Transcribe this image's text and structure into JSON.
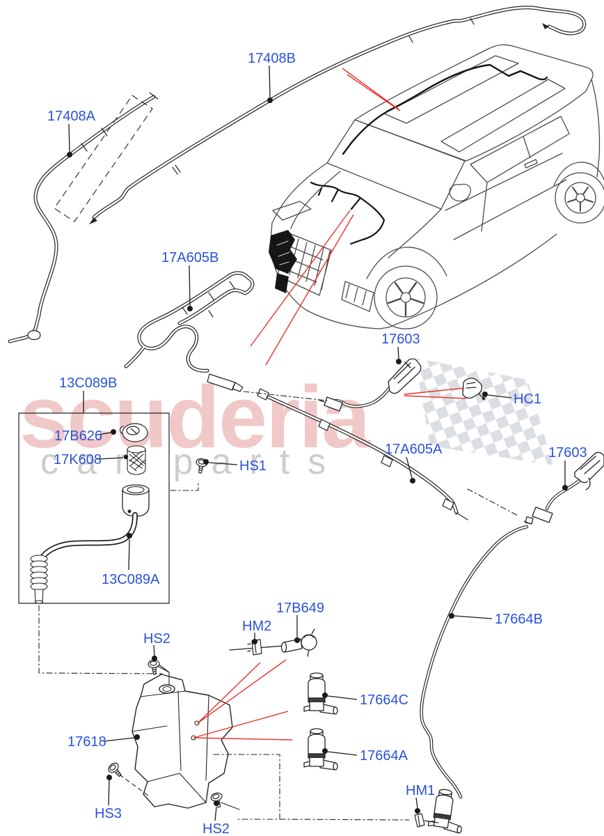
{
  "watermark": {
    "brand": "scuderia",
    "tagline": "car parts",
    "brand_color": "#dd7777",
    "tagline_color": "#bdbdbd",
    "checker_color": "#d5d8de"
  },
  "colors": {
    "label_blue": "#2a52dc",
    "line_black": "#222222",
    "car_gray": "#4a4a4a",
    "callout_red": "#e8312b"
  },
  "parts": {
    "labels": [
      {
        "text": "17408A"
      },
      {
        "text": "17408B"
      },
      {
        "text": "17A605B"
      },
      {
        "text": "13C089B"
      },
      {
        "text": "17B626"
      },
      {
        "text": "17K608"
      },
      {
        "text": "HS1"
      },
      {
        "text": "17603"
      },
      {
        "text": "HC1"
      },
      {
        "text": "17A605A"
      },
      {
        "text": "17603"
      },
      {
        "text": "13C089A"
      },
      {
        "text": "17B649"
      },
      {
        "text": "HM2"
      },
      {
        "text": "HS2"
      },
      {
        "text": "17664B"
      },
      {
        "text": "17664C"
      },
      {
        "text": "17618"
      },
      {
        "text": "17664A"
      },
      {
        "text": "HS3"
      },
      {
        "text": "HS2"
      },
      {
        "text": "HM1"
      }
    ]
  }
}
